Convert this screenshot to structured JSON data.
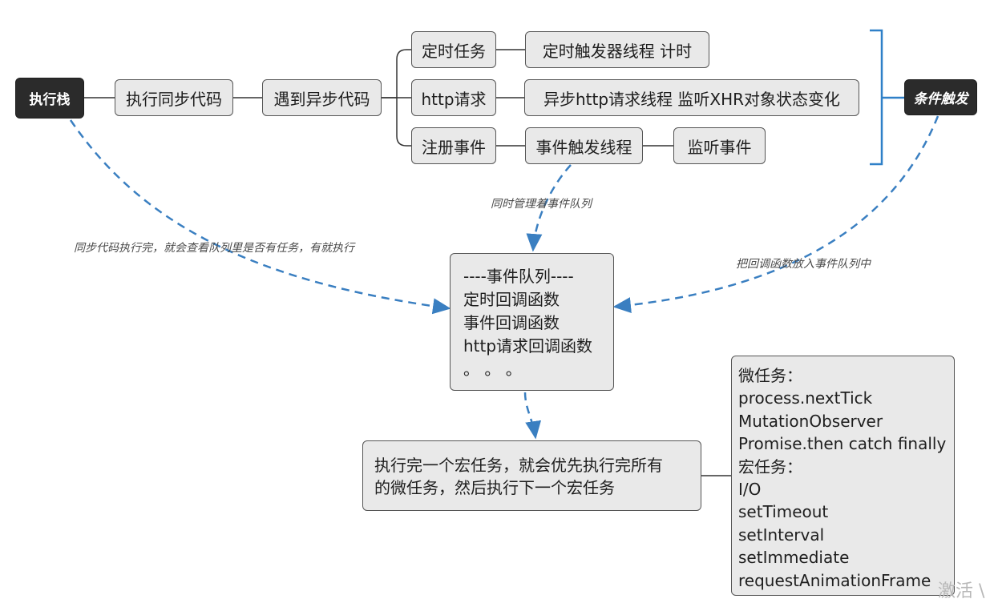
{
  "nodes": {
    "exec_stack": "执行栈",
    "run_sync": "执行同步代码",
    "meet_async": "遇到异步代码",
    "timer_task": "定时任务",
    "http_request": "http请求",
    "register_event": "注册事件",
    "timer_thread": "定时触发器线程   计时",
    "http_thread": "异步http请求线程  监听XHR对象状态变化",
    "event_thread": "事件触发线程",
    "listen_event": "监听事件",
    "condition_trigger": "条件触发"
  },
  "event_queue": {
    "lines": [
      "----事件队列----",
      "定时回调函数",
      "事件回调函数",
      "http请求回调函数",
      "。 。 。"
    ]
  },
  "macro_micro_note": {
    "lines": [
      "执行完一个宏任务，就会优先执行完所有",
      "的微任务，然后执行下一个宏任务"
    ]
  },
  "task_types": {
    "lines": [
      "微任务：",
      "process.nextTick",
      "MutationObserver",
      "Promise.then catch finally",
      "宏任务：",
      "I/O",
      "setTimeout",
      "setInterval",
      "setImmediate",
      "requestAnimationFrame"
    ]
  },
  "edge_labels": {
    "sync_done": "同步代码执行完，就会查看队列里是否有任务，有就执行",
    "manage_queue": "同时管理着事件队列",
    "put_callback": "把回调函数放入事件队列中"
  },
  "watermark": "激活 \\",
  "colors": {
    "arrow": "#3a7fc1",
    "bracket": "#2f80c8",
    "connector": "#333333"
  }
}
